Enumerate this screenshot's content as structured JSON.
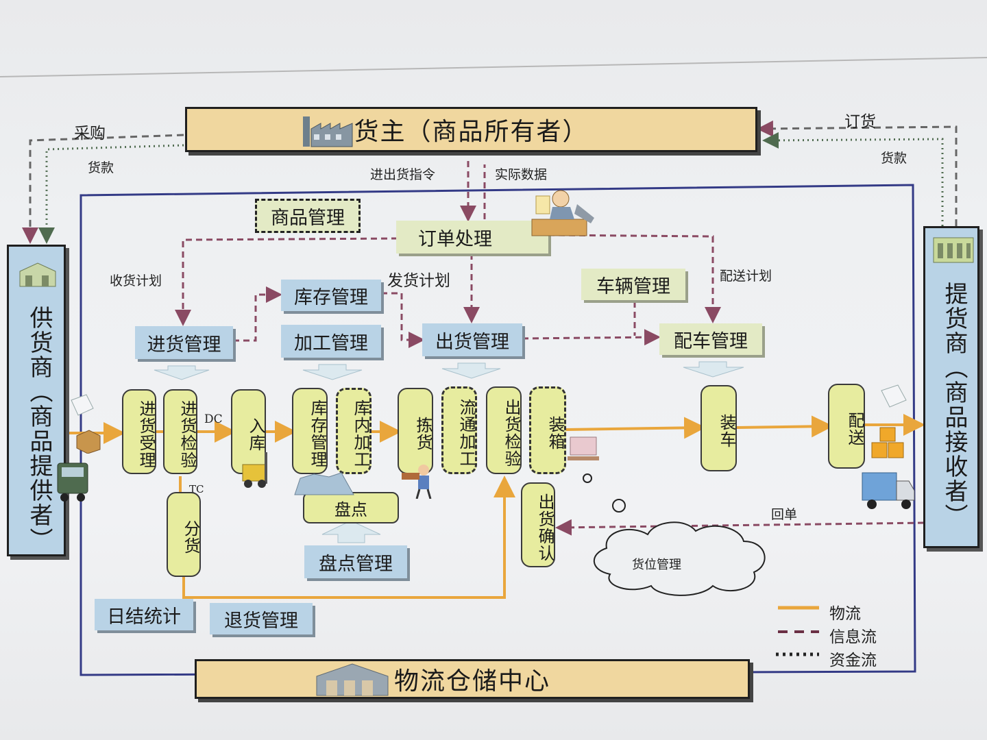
{
  "owner": "货主（商品所有者）",
  "center": "物流仓储中心",
  "supplier": "供货商（商品提供者）",
  "receiver": "提货商（商品接收者）",
  "flows": {
    "purchase": "采购",
    "payment_left": "货款",
    "order_goods": "订货",
    "payment_right": "货款",
    "in_out_order": "进出货指令",
    "actual_data": "实际数据",
    "receive_plan": "收货计划",
    "ship_plan": "发货计划",
    "delivery_plan": "配送计划",
    "receipt": "回单",
    "dc": "DC",
    "tc": "TC"
  },
  "modules": {
    "goods_mgmt": "商品管理",
    "order_processing": "订单处理",
    "inventory_mgmt": "库存管理",
    "processing_mgmt": "加工管理",
    "receiving_mgmt": "进货管理",
    "shipping_mgmt": "出货管理",
    "vehicle_mgmt": "车辆管理",
    "dispatch_mgmt": "配车管理",
    "stocktake": "盘点",
    "stocktake_mgmt": "盘点管理",
    "daily_stats": "日结统计",
    "return_mgmt": "退货管理",
    "location_mgmt": "货位管理"
  },
  "steps": {
    "receive_accept": "进货受理",
    "receive_inspect": "进货检验",
    "put_in": "入库",
    "inventory": "库存管理",
    "internal_process": "库内加工",
    "picking": "拣货",
    "distribution_process": "流通加工",
    "ship_inspect": "出货检验",
    "packing": "装箱",
    "loading": "装车",
    "delivery": "配送",
    "sorting": "分货",
    "ship_confirm": "出货确认"
  },
  "legend": {
    "material": "物流",
    "information": "信息流",
    "funds": "资金流"
  },
  "colors": {
    "material_flow": "#e9a63c",
    "info_flow": "#8a4a63",
    "funds_flow": "#4f6b4f",
    "frame": "#333a86",
    "banner": "#f0d79f",
    "side": "#b9d3e6",
    "pill": "#e7ec9f"
  }
}
